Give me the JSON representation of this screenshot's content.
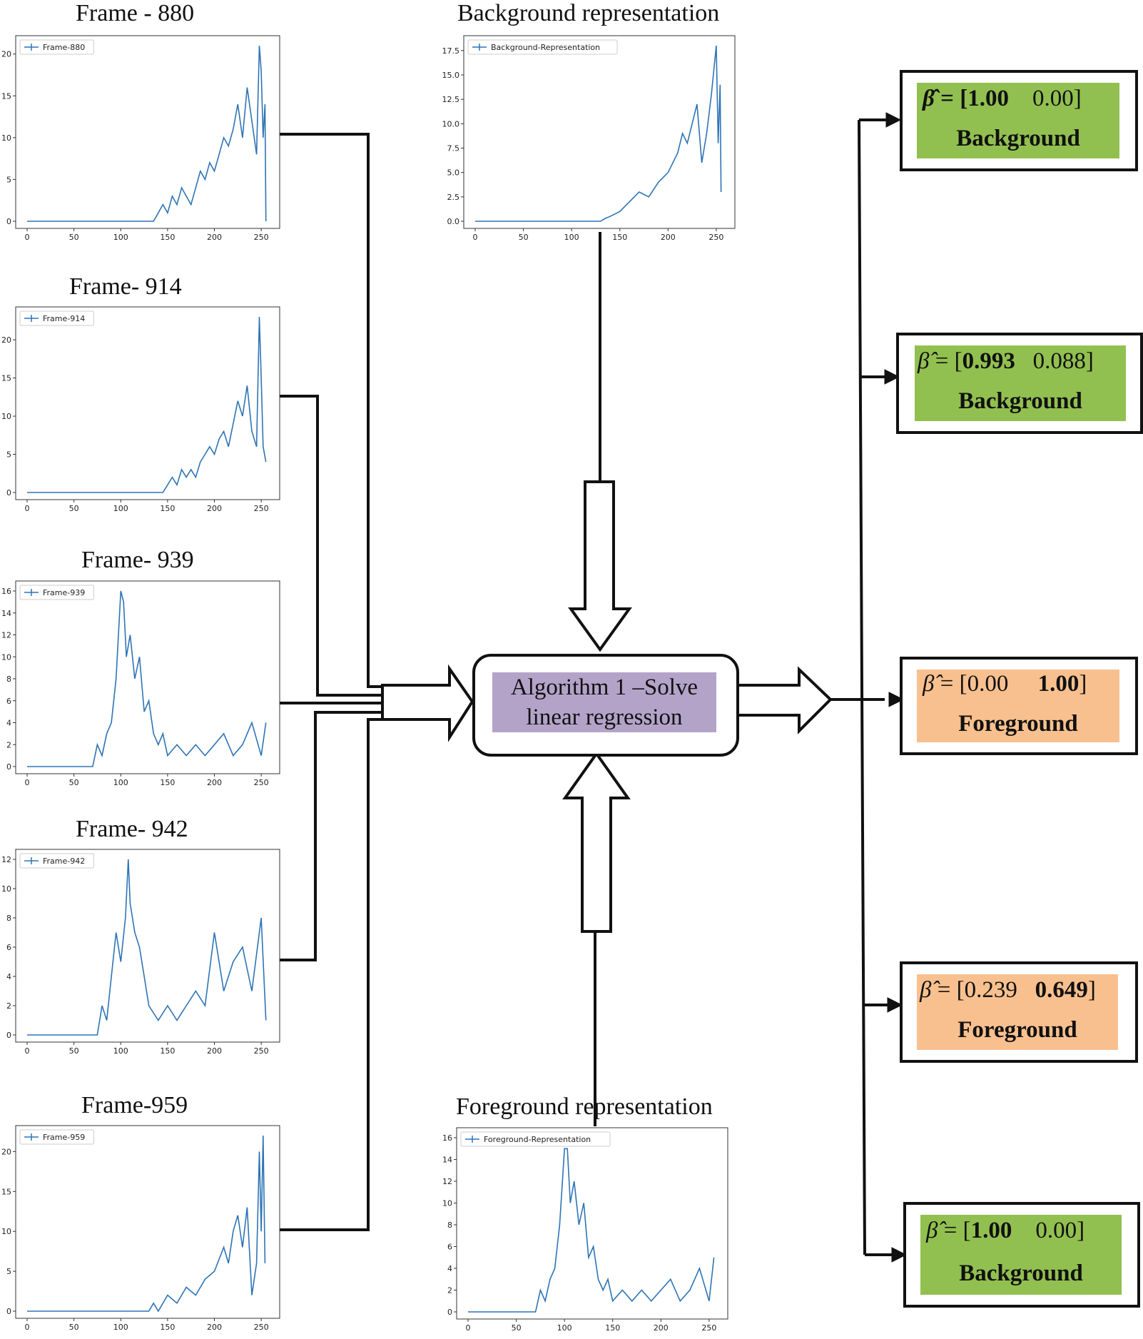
{
  "titles": {
    "frame_880": "Frame - 880",
    "frame_914": "Frame- 914",
    "frame_939": "Frame- 939",
    "frame_942": "Frame- 942",
    "frame_959": "Frame-959",
    "background": "Background representation",
    "foreground": "Foreground representation"
  },
  "algorithm": {
    "line1": "Algorithm 1 –Solve",
    "line2": "linear regression"
  },
  "results": [
    {
      "beta_symbol": "β̂",
      "eq": " = ",
      "open": "[",
      "v1": "1.00",
      "v2": "0.00",
      "close": "]",
      "label": "Background",
      "color": "#92c050"
    },
    {
      "beta_symbol": "β̂",
      "eq": " = ",
      "open": "[",
      "v1": "0.993",
      "v2": "0.088",
      "close": "]",
      "label": "Background",
      "color": "#92c050"
    },
    {
      "beta_symbol": "β̂",
      "eq": " = ",
      "open": "[",
      "v1": "0.00",
      "v2": "1.00",
      "close": "]",
      "label": "Foreground",
      "color": "#f8c08e"
    },
    {
      "beta_symbol": "β̂",
      "eq": " = ",
      "open": "[",
      "v1": "0.239",
      "v2": "0.649",
      "close": "]",
      "label": "Foreground",
      "color": "#f8c08e"
    },
    {
      "beta_symbol": "β̂",
      "eq": " = ",
      "open": "[",
      "v1": "1.00",
      "v2": "0.00",
      "close": "]",
      "label": "Background",
      "color": "#92c050"
    }
  ],
  "chart_data": [
    {
      "type": "line",
      "legend": "Frame-880",
      "line_color": "#2e74b5",
      "xlim": [
        0,
        256
      ],
      "ylim": [
        0,
        21
      ],
      "xticks": [
        0,
        50,
        100,
        150,
        200,
        250
      ],
      "yticks": [
        0,
        5,
        10,
        15,
        20
      ],
      "x": [
        0,
        135,
        140,
        145,
        150,
        155,
        160,
        165,
        170,
        175,
        180,
        185,
        190,
        195,
        200,
        205,
        210,
        215,
        220,
        225,
        230,
        235,
        240,
        245,
        248,
        250,
        252,
        254,
        255
      ],
      "y": [
        0,
        0,
        1,
        2,
        1,
        3,
        2,
        4,
        3,
        2,
        4,
        6,
        5,
        7,
        6,
        8,
        10,
        9,
        11,
        14,
        10,
        16,
        12,
        8,
        21,
        18,
        10,
        14,
        0
      ]
    },
    {
      "type": "line",
      "legend": "Frame-914",
      "line_color": "#2e74b5",
      "xlim": [
        0,
        256
      ],
      "ylim": [
        0,
        23
      ],
      "xticks": [
        0,
        50,
        100,
        150,
        200,
        250
      ],
      "yticks": [
        0,
        5,
        10,
        15,
        20
      ],
      "x": [
        0,
        145,
        150,
        155,
        160,
        165,
        170,
        175,
        180,
        185,
        190,
        195,
        200,
        205,
        210,
        215,
        220,
        225,
        230,
        235,
        240,
        245,
        248,
        250,
        252,
        255
      ],
      "y": [
        0,
        0,
        1,
        2,
        1,
        3,
        2,
        3,
        2,
        4,
        5,
        6,
        5,
        7,
        8,
        6,
        9,
        12,
        10,
        14,
        8,
        6,
        23,
        15,
        6,
        4
      ]
    },
    {
      "type": "line",
      "legend": "Frame-939",
      "line_color": "#2e74b5",
      "xlim": [
        0,
        256
      ],
      "ylim": [
        0,
        16
      ],
      "xticks": [
        0,
        50,
        100,
        150,
        200,
        250
      ],
      "yticks": [
        0,
        2,
        4,
        6,
        8,
        10,
        12,
        14,
        16
      ],
      "x": [
        0,
        70,
        75,
        80,
        85,
        90,
        95,
        100,
        103,
        106,
        110,
        115,
        120,
        125,
        130,
        135,
        140,
        145,
        150,
        160,
        170,
        180,
        190,
        200,
        210,
        220,
        230,
        240,
        250,
        255
      ],
      "y": [
        0,
        0,
        2,
        1,
        3,
        4,
        8,
        16,
        15,
        10,
        12,
        8,
        10,
        5,
        6,
        3,
        2,
        3,
        1,
        2,
        1,
        2,
        1,
        2,
        3,
        1,
        2,
        4,
        1,
        4
      ]
    },
    {
      "type": "line",
      "legend": "Frame-942",
      "line_color": "#2e74b5",
      "xlim": [
        0,
        256
      ],
      "ylim": [
        0,
        12
      ],
      "xticks": [
        0,
        50,
        100,
        150,
        200,
        250
      ],
      "yticks": [
        0,
        2,
        4,
        6,
        8,
        10,
        12
      ],
      "x": [
        0,
        75,
        80,
        85,
        90,
        95,
        100,
        105,
        108,
        110,
        115,
        120,
        125,
        130,
        140,
        150,
        160,
        170,
        180,
        190,
        200,
        210,
        220,
        230,
        240,
        250,
        255
      ],
      "y": [
        0,
        0,
        2,
        1,
        4,
        7,
        5,
        8,
        12,
        9,
        7,
        6,
        4,
        2,
        1,
        2,
        1,
        2,
        3,
        2,
        7,
        3,
        5,
        6,
        3,
        8,
        1
      ]
    },
    {
      "type": "line",
      "legend": "Frame-959",
      "line_color": "#2e74b5",
      "xlim": [
        0,
        256
      ],
      "ylim": [
        0,
        22
      ],
      "xticks": [
        0,
        50,
        100,
        150,
        200,
        250
      ],
      "yticks": [
        0,
        5,
        10,
        15,
        20
      ],
      "x": [
        0,
        130,
        135,
        140,
        150,
        160,
        170,
        180,
        190,
        200,
        210,
        215,
        220,
        225,
        230,
        235,
        240,
        245,
        248,
        250,
        252,
        254
      ],
      "y": [
        0,
        0,
        1,
        0,
        2,
        1,
        3,
        2,
        4,
        5,
        8,
        6,
        10,
        12,
        8,
        13,
        2,
        6,
        20,
        10,
        22,
        6
      ]
    },
    {
      "type": "line",
      "legend": "Background-Representation",
      "line_color": "#2e74b5",
      "xlim": [
        0,
        256
      ],
      "ylim": [
        0,
        18
      ],
      "xticks": [
        0,
        50,
        100,
        150,
        200,
        250
      ],
      "yticks": [
        0.0,
        2.5,
        5.0,
        7.5,
        10.0,
        12.5,
        15.0,
        17.5
      ],
      "x": [
        0,
        130,
        135,
        140,
        150,
        160,
        170,
        180,
        190,
        200,
        210,
        215,
        220,
        225,
        230,
        235,
        240,
        245,
        250,
        252,
        254,
        255
      ],
      "y": [
        0,
        0,
        0.3,
        0.5,
        1,
        2,
        3,
        2.5,
        4,
        5,
        7,
        9,
        8,
        10,
        12,
        6,
        9,
        13,
        18,
        8,
        14,
        3
      ]
    },
    {
      "type": "line",
      "legend": "Foreground-Representation",
      "line_color": "#2e74b5",
      "xlim": [
        0,
        256
      ],
      "ylim": [
        0,
        16
      ],
      "xticks": [
        0,
        50,
        100,
        150,
        200,
        250
      ],
      "yticks": [
        0,
        2,
        4,
        6,
        8,
        10,
        12,
        14,
        16
      ],
      "x": [
        0,
        70,
        75,
        80,
        85,
        90,
        95,
        100,
        103,
        106,
        110,
        115,
        120,
        125,
        130,
        135,
        140,
        145,
        150,
        160,
        170,
        180,
        190,
        200,
        210,
        220,
        230,
        240,
        250,
        255
      ],
      "y": [
        0,
        0,
        2,
        1,
        3,
        4,
        8,
        15,
        15,
        10,
        12,
        8,
        10,
        5,
        6,
        3,
        2,
        3,
        1,
        2,
        1,
        2,
        1,
        2,
        3,
        1,
        2,
        4,
        1,
        5
      ]
    }
  ]
}
